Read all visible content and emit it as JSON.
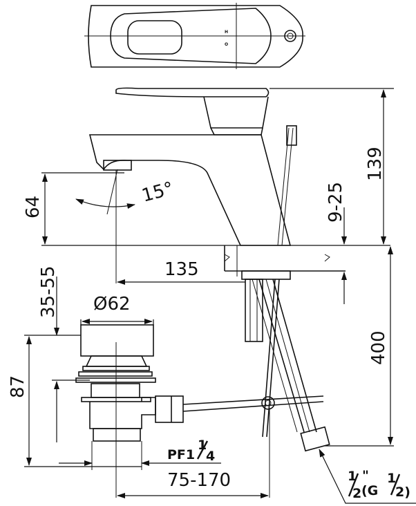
{
  "drawing": {
    "top_view": {
      "markings": [
        "H",
        "O"
      ]
    },
    "dimensions": {
      "total_height": "139",
      "deck_thickness": "9-25",
      "spout_height": "64",
      "spout_angle": "15°",
      "spout_reach": "135",
      "pop_up_range": "35-55",
      "drain_diameter": "Ø62",
      "drain_height": "87",
      "hose_length": "400",
      "drain_thread_prefix": "PF1",
      "drain_thread_fraction_num": "1",
      "drain_thread_fraction_den": "4",
      "rod_range": "75-170",
      "hose_thread_num": "1",
      "hose_thread_den": "2",
      "hose_thread_mark": "\"",
      "hose_thread_g": "(G",
      "hose_thread_g_num": "1",
      "hose_thread_g_den": "2)"
    },
    "line_color": "#111111",
    "background_color": "#ffffff"
  }
}
